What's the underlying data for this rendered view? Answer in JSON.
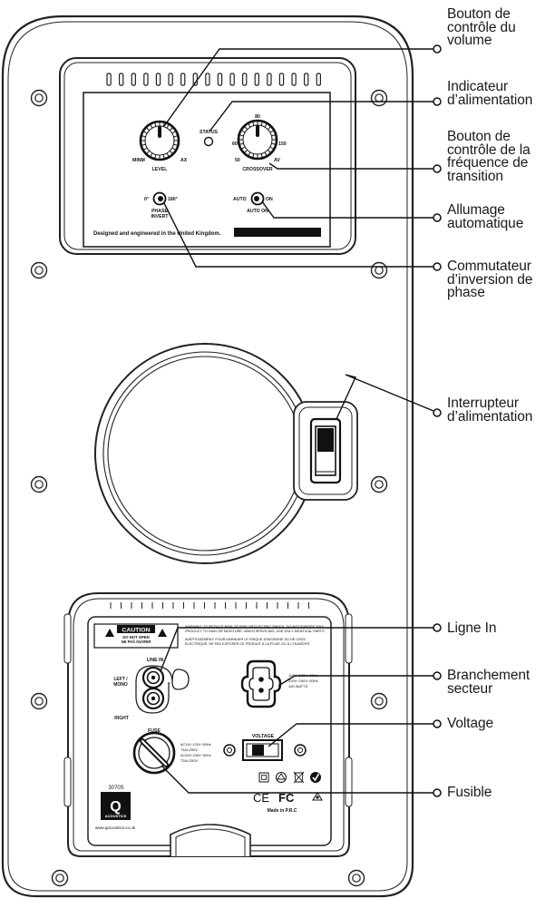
{
  "callouts": {
    "volume": [
      "Bouton de",
      "contrôle du",
      "volume"
    ],
    "status_led": [
      "Indicateur",
      "d’alimentation"
    ],
    "crossover": [
      "Bouton de",
      "contrôle de la",
      "fréquence de",
      "transition"
    ],
    "auto_on": [
      "Allumage",
      "automatique"
    ],
    "phase": [
      "Commutateur",
      "d’inversion de",
      "phase"
    ],
    "power_switch": [
      "Interrupteur",
      "d’alimentation"
    ],
    "line_in": [
      "Ligne In"
    ],
    "mains": [
      "Branchement",
      "secteur"
    ],
    "voltage": [
      "Voltage"
    ],
    "fuse": [
      "Fusible"
    ]
  },
  "panel_labels": {
    "level_min": "MINM",
    "level_max": "AX",
    "level": "LEVEL",
    "status": "STATUS",
    "xo_80": "80",
    "xo_60": "60",
    "xo_150": "150",
    "xo_50": "50",
    "xo_av": "AV",
    "crossover": "CROSSOVER",
    "phase_0": "0°",
    "phase_180": "180°",
    "phase_line1": "PHASE",
    "phase_line2": "INVERT",
    "auto": "AUTO",
    "on": "ON",
    "auto_on": "AUTO ON",
    "designed": "Designed and engineered in the United Kingdom."
  },
  "lower_labels": {
    "caution": "CAUTION",
    "do_not_open": "DO NOT OPEN",
    "ne_pas": "NE PAS OUVRIR",
    "warning1": "WARNING: TO REDUCE RISK OF FIRE OR ELECTRIC SHOCK, DO NOT EXPOSE THIS",
    "warning2": "PRODUCT TO RAIN OR MOISTURE. WHEN SERVICING, USE ONLY IDENTICAL PARTS",
    "avert1": "AVERTISSEMENT: POUR DIMINUER LE RISQUE D'INCENDIE OU DE CHOC",
    "avert2": "ÉLECTRIQUE, NE PAS EXPOSER CE PRODUIT À LA PLUIE OU À L'HUMIDITÉ",
    "line_in": "LINE IN",
    "left_mono_1": "LEFT /",
    "left_mono_2": "MONO",
    "right": "RIGHT",
    "mains1": "110V~120V~60Hz",
    "mains2": "220V~240V~50Hz",
    "mains3": "100 WATTS",
    "fuse": "FUSE",
    "fuse1": "AC110~120V~60Hz",
    "fuse2": "T4AL/250V",
    "fuse3": "AC220~240V~50Hz",
    "fuse4": "T2AL/250V",
    "voltage": "VOLTAGE",
    "model": "3070S",
    "brand": "Q",
    "acoustics": "ACOUSTICS",
    "website": "www.qacoustics.co.uk",
    "ce": "CE",
    "fc": "FC",
    "made_in": "Made in P.R.C"
  }
}
